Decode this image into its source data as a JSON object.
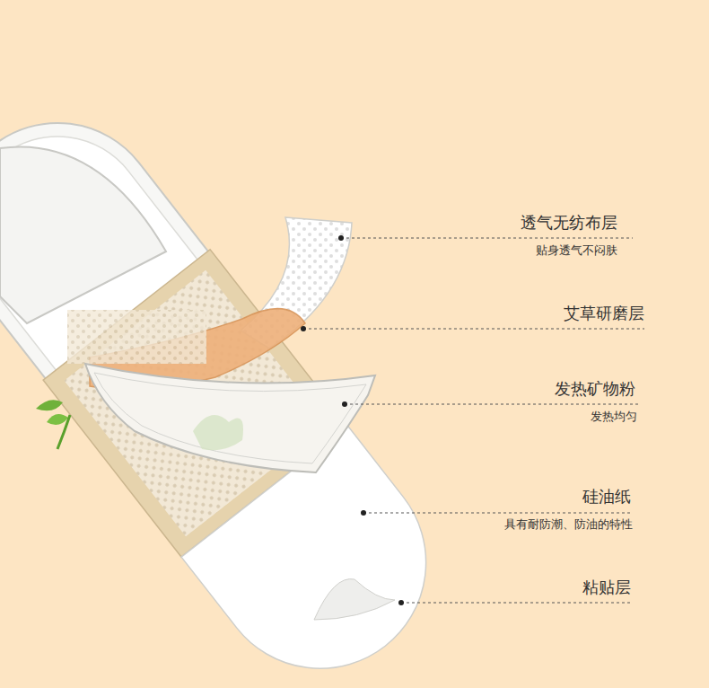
{
  "diagram": {
    "labels": [
      "透气无纺布层",
      "贴身透气不闷肤",
      "艾草研磨层",
      "发热矿物粉",
      "发热均匀",
      "硅油纸",
      "具有耐防潮、防油的特性",
      "粘贴层"
    ]
  }
}
